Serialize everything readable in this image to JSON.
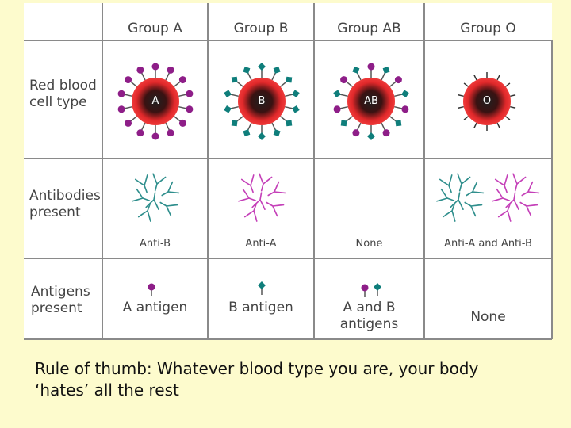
{
  "headers": [
    "Group A",
    "Group B",
    "Group AB",
    "Group O"
  ],
  "row_labels": {
    "rbc": [
      "Red blood",
      "cell type"
    ],
    "antibodies": [
      "Antibodies",
      "present"
    ],
    "antigens": [
      "Antigens",
      "present"
    ]
  },
  "cells": [
    "A",
    "B",
    "AB",
    "O"
  ],
  "antibodies": [
    "Anti-B",
    "Anti-A",
    "None",
    "Anti-A and Anti-B"
  ],
  "antigens": [
    [
      "A antigen"
    ],
    [
      "B antigen"
    ],
    [
      "A and B",
      "antigens"
    ],
    [
      "None"
    ]
  ],
  "caption": [
    "Rule of thumb: Whatever blood type you are, your body",
    "‘hates’ all the rest"
  ],
  "colors": {
    "cell_red": "#e0282a",
    "cell_core": "#202020",
    "antigen_a": "#8e1e88",
    "antigen_b": "#0f7e7b",
    "antibody_anti_a": "#c43fb8",
    "antibody_anti_b": "#2e8e8c",
    "grid": "#8a8a8a",
    "background": "#fdfbcd"
  }
}
